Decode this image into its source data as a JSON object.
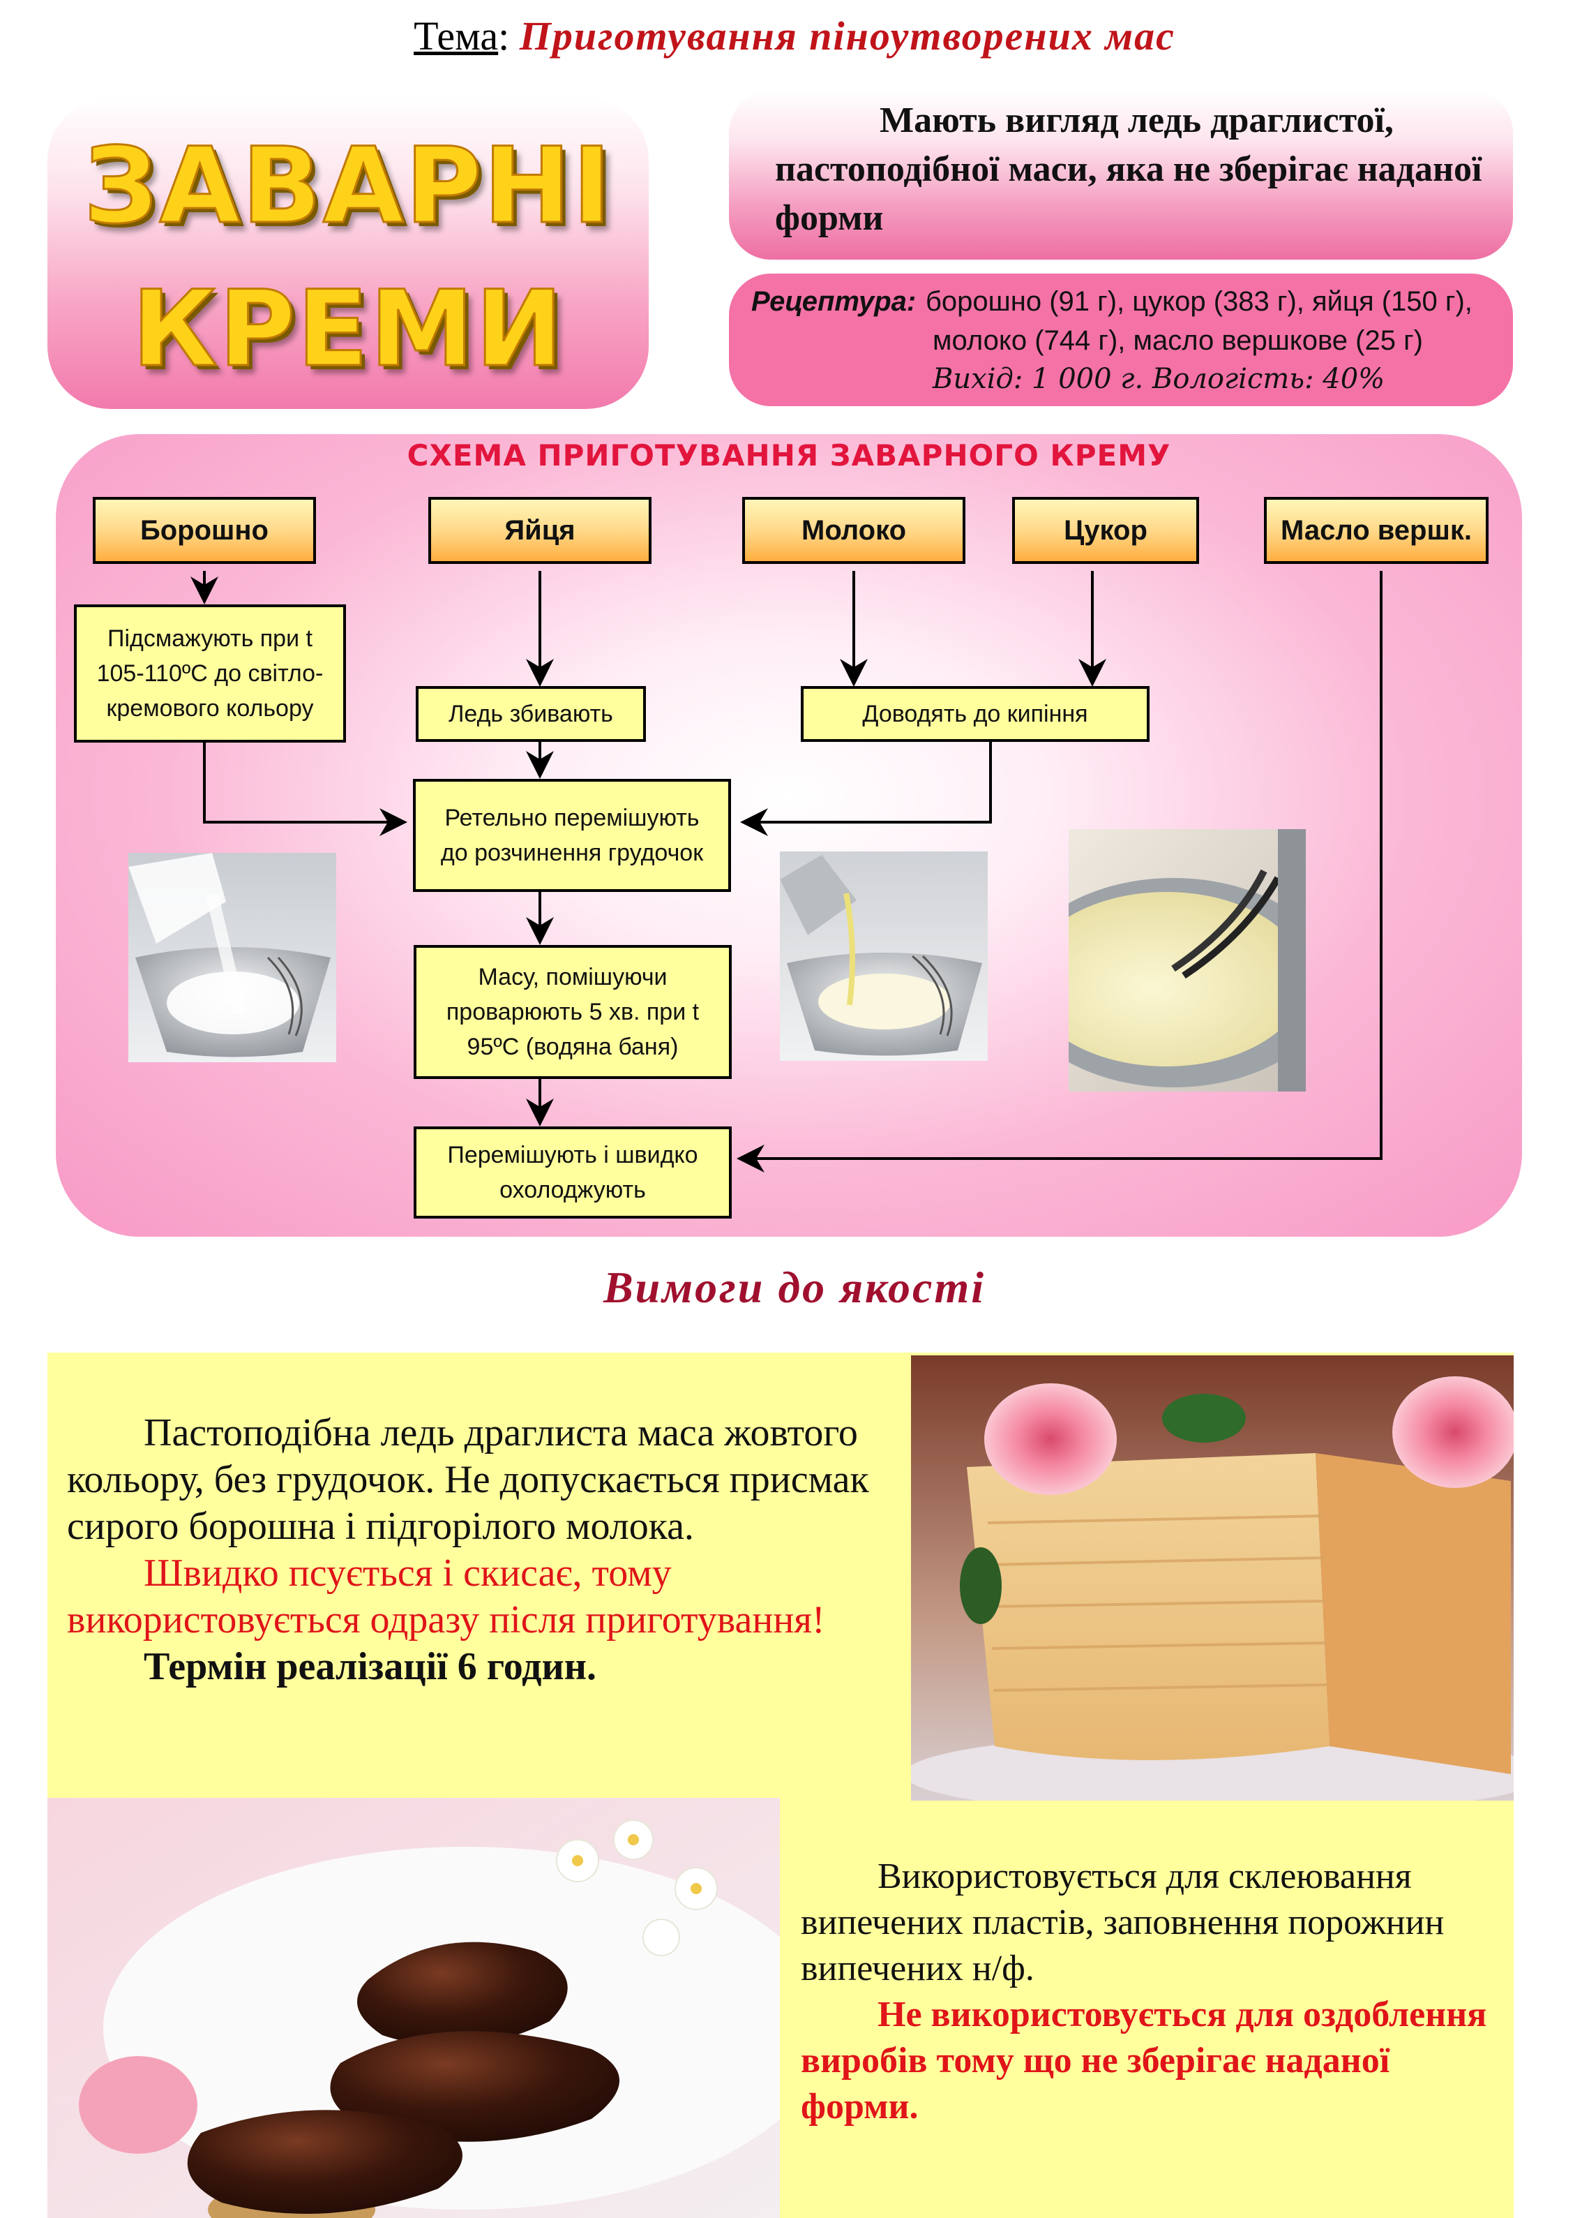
{
  "header": {
    "topic_label": "Тема",
    "topic_sep": ":",
    "topic_value": "Приготування піноутворених мас"
  },
  "title": {
    "line1": "ЗАВАРНІ",
    "line2": "КРЕМИ"
  },
  "description": "Мають вигляд ледь драглистої, пастоподібної маси, яка не зберігає наданої форми",
  "recipe": {
    "label": "Рецептура:",
    "line1": "борошно (91 г), цукор (383 г), яйця (150 г),",
    "line2": "молоко (744 г), масло вершкове (25 г)",
    "line3": "Вихід: 1 000 г.  Вологість: 40%"
  },
  "scheme": {
    "title": "СХЕМА ПРИГОТУВАННЯ ЗАВАРНОГО КРЕМУ",
    "ingredients": [
      "Борошно",
      "Яйця",
      "Молоко",
      "Цукор",
      "Масло вершк."
    ],
    "steps": {
      "fry_flour": "Підсмажують при t 105-110ºС до світло-кремового кольору",
      "beat_eggs": "Ледь збивають",
      "boil": "Доводять до кипіння",
      "mix": "Ретельно перемішують до розчинення грудочок",
      "cook": "Масу, помішуючи проварюють 5 хв. при t 95ºС (водяна баня)",
      "cool": "Перемішують і швидко охолоджують"
    }
  },
  "quality": {
    "title": "Вимоги до якості",
    "p1": "Пастоподібна ледь драглиста маса жовтого кольору, без грудочок. Не допускається присмак сирого борошна і підгорілого молока.",
    "p2": "Швидко псується і скисає, тому використовується одразу після приготування!",
    "p3": "Термін реалізації 6 годин."
  },
  "usage": {
    "p1": "Використовується для склеювання випечених пластів, заповнення порожнин випечених н/ф.",
    "p2": "Не використовується для оздоблення виробів тому що не зберігає наданої форми."
  },
  "photos": [
    "flour-into-bowl",
    "pouring-milk-into-bowl",
    "custard-in-pot",
    "layered-napoleon-cake",
    "chocolate-eclairs"
  ]
}
